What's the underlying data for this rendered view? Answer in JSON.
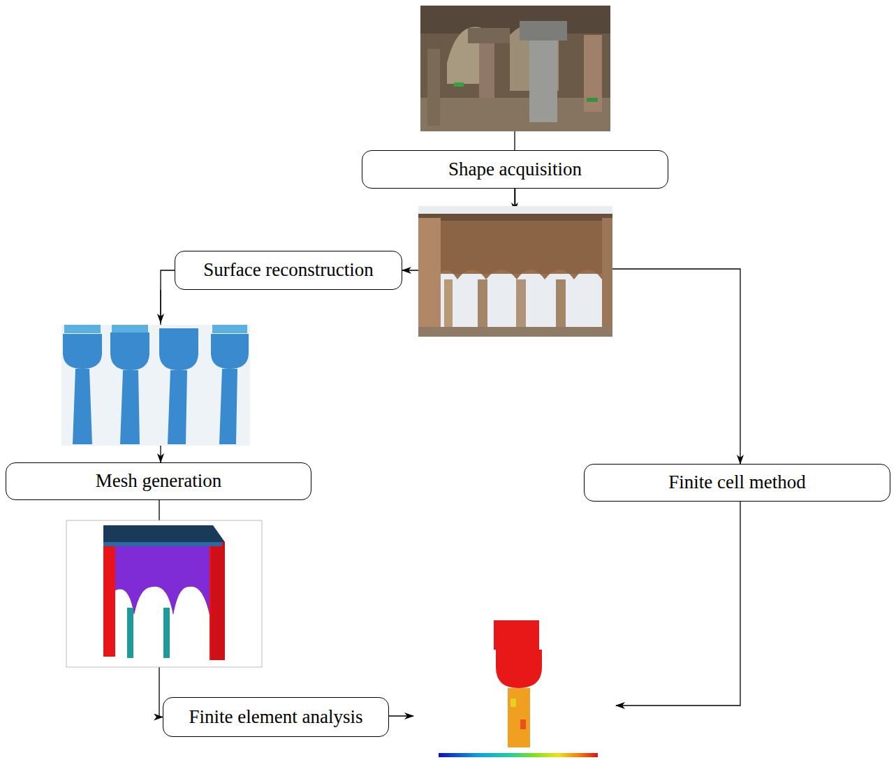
{
  "diagram": {
    "nodes": [
      {
        "text": [
          "Shape acquisition"
        ]
      },
      {
        "text": [
          "Surface reconstruction"
        ]
      },
      {
        "text": [
          "Mesh generation"
        ]
      },
      {
        "text": [
          "Finite cell method"
        ]
      },
      {
        "text": [
          "Finite element analysis"
        ]
      }
    ],
    "edges": [
      {
        "from": 0,
        "to": 1,
        "arrow": "to"
      },
      {
        "from": 1,
        "to": 2,
        "arrow": "to"
      },
      {
        "from": 0,
        "to": 3,
        "arrow": "to"
      },
      {
        "from": 2,
        "to": 4,
        "arrow": "to"
      }
    ]
  }
}
